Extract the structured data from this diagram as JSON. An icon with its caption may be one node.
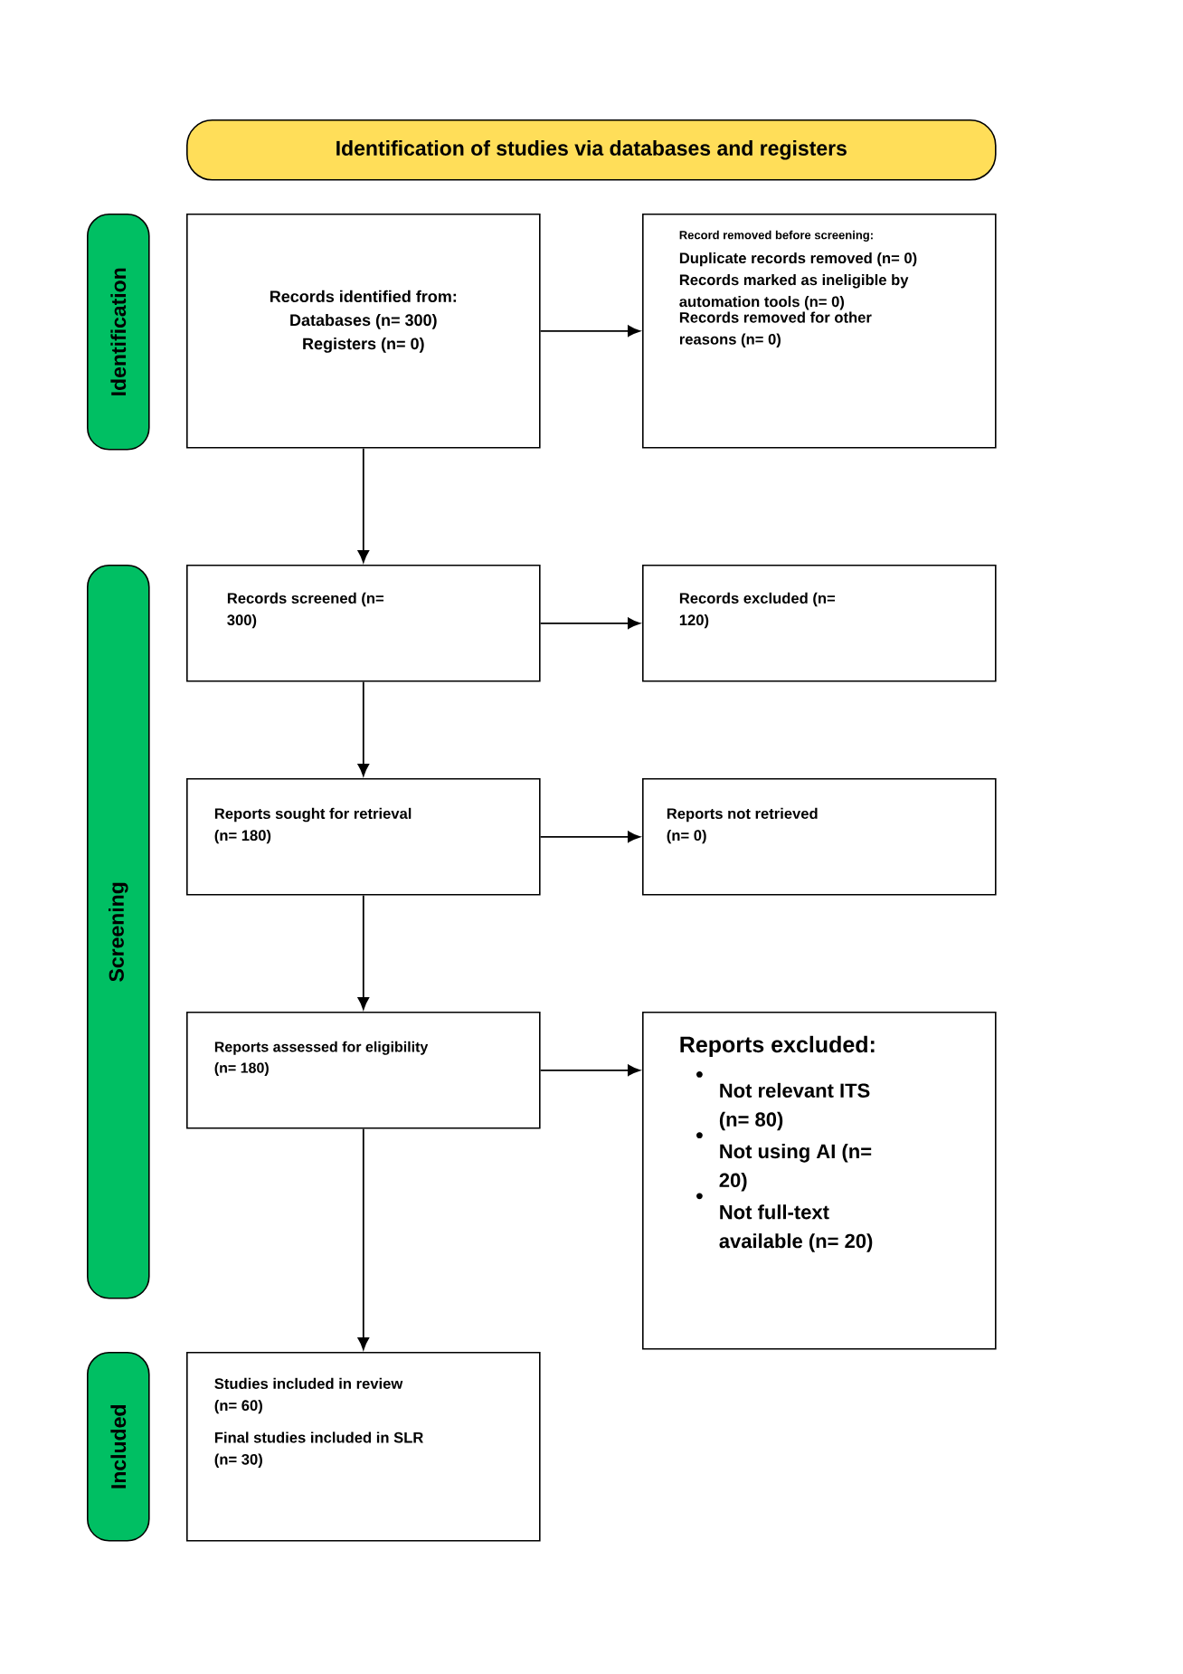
{
  "diagram": {
    "nodes": [
      {
        "text": [
          "Identification of studies via databases and registers"
        ]
      },
      {
        "text": [
          "Identification"
        ]
      },
      {
        "text": [
          "Screening"
        ]
      },
      {
        "text": [
          "Included"
        ]
      },
      {
        "text": [
          "Records identified from:",
          "Databases (n= 300)",
          "Registers (n= 0)"
        ]
      },
      {
        "text": [
          "Record removed before screening:",
          "Duplicate records removed (n= 0)",
          "Records marked as ineligible by automation tools (n= 0)",
          "Records removed for other reasons (n= 0)"
        ]
      },
      {
        "text": [
          "Records screened (n= 300)"
        ]
      },
      {
        "text": [
          "Records excluded (n= 120)"
        ]
      },
      {
        "text": [
          "Reports sought for retrieval (n= 180)"
        ]
      },
      {
        "text": [
          "Reports not retrieved (n= 0)"
        ]
      },
      {
        "text": [
          "Reports assessed for eligibility (n= 180)"
        ]
      },
      {
        "text": [
          "Reports excluded:",
          "Not relevant ITS (n= 80)",
          "Not using AI (n= 20)",
          "Not full-text available (n= 20)"
        ]
      },
      {
        "text": [
          "Studies included in review (n= 60)",
          "Final studies included in SLR (n= 30)"
        ]
      }
    ],
    "edges": [
      {
        "from": 4,
        "to": 5,
        "arrow": "to"
      },
      {
        "from": 4,
        "to": 6,
        "arrow": "to"
      },
      {
        "from": 6,
        "to": 7,
        "arrow": "to"
      },
      {
        "from": 6,
        "to": 8,
        "arrow": "to"
      },
      {
        "from": 8,
        "to": 9,
        "arrow": "to"
      },
      {
        "from": 8,
        "to": 10,
        "arrow": "to"
      },
      {
        "from": 10,
        "to": 11,
        "arrow": "to"
      },
      {
        "from": 10,
        "to": 12,
        "arrow": "to"
      }
    ]
  }
}
